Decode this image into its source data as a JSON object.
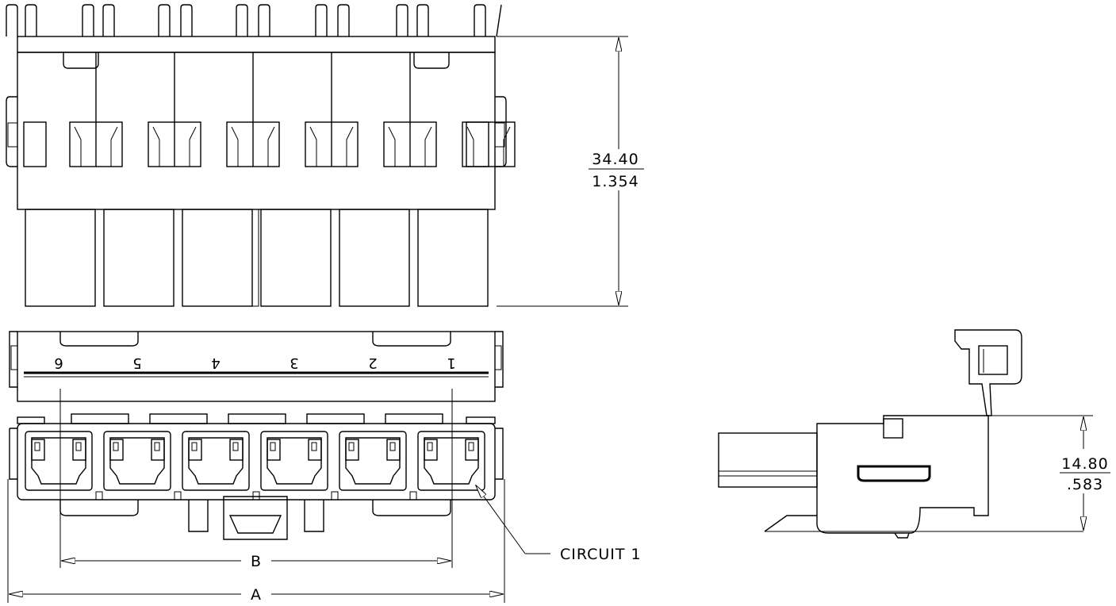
{
  "dimensions": {
    "height_mm": "34.40",
    "height_in": "1.354",
    "side_mm": "14.80",
    "side_in": ".583",
    "label_a": "A",
    "label_b": "B"
  },
  "callout": "CIRCUIT 1",
  "circuit_numbers": [
    "6",
    "5",
    "4",
    "3",
    "2",
    "1"
  ]
}
